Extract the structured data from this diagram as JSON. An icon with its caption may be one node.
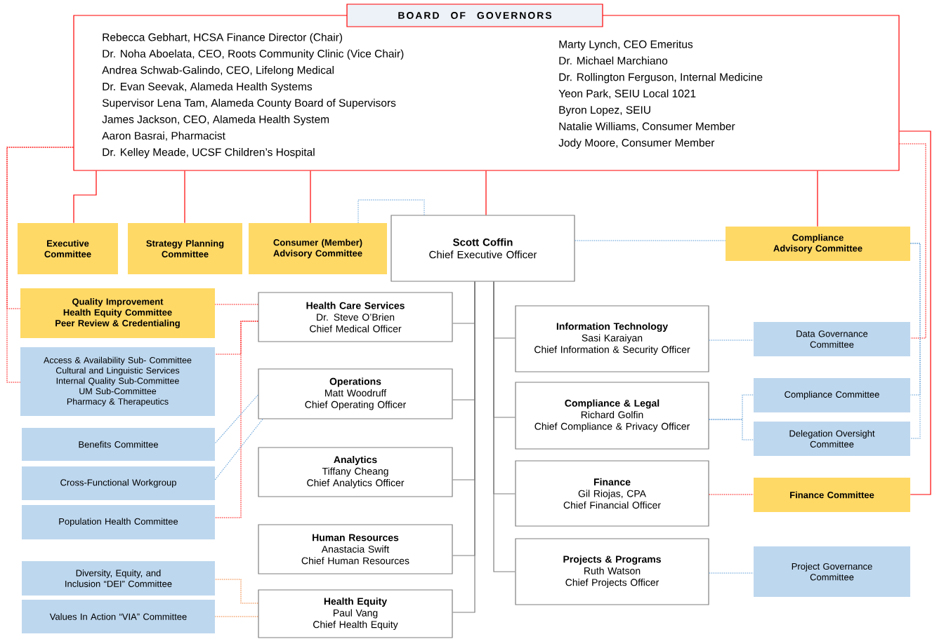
{
  "diagram": {
    "nodes": [
      {
        "text": [
          "BOARD OF GOVERNORS",
          "Rebecca Gebhart, HCSA Finance Director (Chair)",
          "Dr. Noha Aboelata, CEO, Roots Community Clinic (Vice Chair)",
          "Andrea Schwab-Galindo, CEO, Lifelong Medical",
          "Dr. Evan Seevak, Alameda Health Systems",
          "Supervisor Lena Tam, Alameda County Board of Supervisors",
          "James Jackson, CEO, Alameda Health System",
          "Aaron Basrai, Pharmacist",
          "Dr. Kelley Meade, UCSF Children’s Hospital",
          "Marty Lynch, CEO Emeritus",
          "Dr. Michael Marchiano",
          "Dr. Rollington Ferguson, Internal Medicine",
          "Yeon Park, SEIU Local 1021",
          "Byron Lopez, SEIU",
          "Natalie Williams, Consumer Member",
          "Jody Moore, Consumer Member"
        ]
      },
      {
        "text": [
          "Executive Committee"
        ]
      },
      {
        "text": [
          "Strategy Planning Committee"
        ]
      },
      {
        "text": [
          "Consumer (Member) Advisory Committee"
        ]
      },
      {
        "text": [
          "Scott Coffin",
          "Chief Executive Officer"
        ]
      },
      {
        "text": [
          "Compliance Advisory Committee"
        ]
      },
      {
        "text": [
          "Quality Improvement Health Equity Committee",
          "Peer Review & Credentialing"
        ]
      },
      {
        "text": [
          "Health Care Services",
          "Dr. Steve O’Brien",
          "Chief Medical Officer"
        ]
      },
      {
        "text": [
          "Access & Availability Sub- Committee",
          "Cultural and Linguistic Services",
          "Internal Quality Sub-Committee",
          "UM Sub-Committee",
          "Pharmacy & Therapeutics"
        ]
      },
      {
        "text": [
          "Information Technology",
          "Sasi Karaiyan",
          "Chief Information & Security Officer"
        ]
      },
      {
        "text": [
          "Data Governance Committee"
        ]
      },
      {
        "text": [
          "Operations",
          "Matt Woodruff",
          "Chief Operating Officer"
        ]
      },
      {
        "text": [
          "Compliance Committee"
        ]
      },
      {
        "text": [
          "Compliance & Legal",
          "Richard Golfin",
          "Chief Compliance & Privacy Officer"
        ]
      },
      {
        "text": [
          "Delegation Oversight Committee"
        ]
      },
      {
        "text": [
          "Benefits Committee"
        ]
      },
      {
        "text": [
          "Analytics",
          "Tiffany Cheang",
          "Chief Analytics Officer"
        ]
      },
      {
        "text": [
          "Finance",
          "Gil Riojas, CPA",
          "Chief Financial Officer"
        ]
      },
      {
        "text": [
          "Finance Committee"
        ]
      },
      {
        "text": [
          "Cross-Functional Workgroup"
        ]
      },
      {
        "text": [
          "Population Health Committee"
        ]
      },
      {
        "text": [
          "Human Resources",
          "Anastacia Swift",
          "Chief Human Resources"
        ]
      },
      {
        "text": [
          "Projects & Programs",
          "Ruth Watson",
          "Chief Projects Officer"
        ]
      },
      {
        "text": [
          "Project Governance Committee"
        ]
      },
      {
        "text": [
          "Diversity, Equity, and Inclusion “DEI” Committee"
        ]
      },
      {
        "text": [
          "Health Equity",
          "Paul Vang",
          "Chief Health Equity"
        ]
      },
      {
        "text": [
          "Values In Action “VIA” Committee"
        ]
      }
    ],
    "edges": [
      {
        "from": 0,
        "to": 1,
        "arrow": "none",
        "color": "#ff0000"
      },
      {
        "from": 0,
        "to": 2,
        "arrow": "none",
        "color": "#ff0000"
      },
      {
        "from": 0,
        "to": 3,
        "arrow": "none",
        "color": "#ff0000"
      },
      {
        "from": 0,
        "to": 4,
        "arrow": "none",
        "color": "#ff0000"
      },
      {
        "from": 0,
        "to": 5,
        "arrow": "none",
        "color": "#ff0000"
      },
      {
        "from": 0,
        "to": 18,
        "arrow": "none",
        "color": "#ff0000"
      },
      {
        "from": 0,
        "to": 10,
        "arrow": "none",
        "style": "dashed",
        "color": "#ff0000"
      },
      {
        "from": 0,
        "to": 6,
        "arrow": "none",
        "style": "dashed",
        "color": "#ff0000"
      },
      {
        "from": 0,
        "to": 8,
        "arrow": "none",
        "style": "dashed",
        "color": "#ff0000"
      },
      {
        "from": 3,
        "to": 4,
        "arrow": "none",
        "style": "dashed",
        "color": "#5b9bd5"
      },
      {
        "from": 4,
        "to": 5,
        "arrow": "none",
        "style": "dashed",
        "color": "#5b9bd5"
      },
      {
        "from": 5,
        "to": 12,
        "arrow": "none",
        "style": "dashed",
        "color": "#5b9bd5"
      },
      {
        "from": 5,
        "to": 14,
        "arrow": "none",
        "style": "dashed",
        "color": "#5b9bd5"
      },
      {
        "from": 4,
        "to": 7,
        "arrow": "none",
        "color": "#7f7f7f"
      },
      {
        "from": 4,
        "to": 11,
        "arrow": "none",
        "color": "#7f7f7f"
      },
      {
        "from": 4,
        "to": 16,
        "arrow": "none",
        "color": "#7f7f7f"
      },
      {
        "from": 4,
        "to": 21,
        "arrow": "none",
        "color": "#7f7f7f"
      },
      {
        "from": 4,
        "to": 25,
        "arrow": "none",
        "color": "#7f7f7f"
      },
      {
        "from": 4,
        "to": 9,
        "arrow": "none",
        "color": "#7f7f7f"
      },
      {
        "from": 4,
        "to": 13,
        "arrow": "none",
        "color": "#7f7f7f"
      },
      {
        "from": 4,
        "to": 17,
        "arrow": "none",
        "color": "#7f7f7f"
      },
      {
        "from": 4,
        "to": 22,
        "arrow": "none",
        "color": "#7f7f7f"
      },
      {
        "from": 7,
        "to": 6,
        "arrow": "none",
        "style": "dashed",
        "color": "#ff0000"
      },
      {
        "from": 7,
        "to": 8,
        "arrow": "none",
        "style": "dashed",
        "color": "#ff0000"
      },
      {
        "from": 7,
        "to": 20,
        "arrow": "none",
        "style": "dashed",
        "color": "#ff0000"
      },
      {
        "from": 11,
        "to": 15,
        "arrow": "none",
        "style": "dashed",
        "color": "#5b9bd5"
      },
      {
        "from": 11,
        "to": 19,
        "arrow": "none",
        "style": "dashed",
        "color": "#5b9bd5"
      },
      {
        "from": 25,
        "to": 24,
        "arrow": "none",
        "style": "dashed",
        "color": "#ed7d31"
      },
      {
        "from": 25,
        "to": 26,
        "arrow": "none",
        "style": "dashed",
        "color": "#ed7d31"
      },
      {
        "from": 9,
        "to": 10,
        "arrow": "none",
        "style": "dashed",
        "color": "#5b9bd5"
      },
      {
        "from": 13,
        "to": 12,
        "arrow": "none",
        "style": "dashed",
        "color": "#5b9bd5"
      },
      {
        "from": 13,
        "to": 14,
        "arrow": "none",
        "style": "dashed",
        "color": "#5b9bd5"
      },
      {
        "from": 17,
        "to": 18,
        "arrow": "none",
        "style": "dashed",
        "color": "#ff0000"
      },
      {
        "from": 22,
        "to": 23,
        "arrow": "none",
        "style": "dashed",
        "color": "#5b9bd5"
      }
    ]
  }
}
